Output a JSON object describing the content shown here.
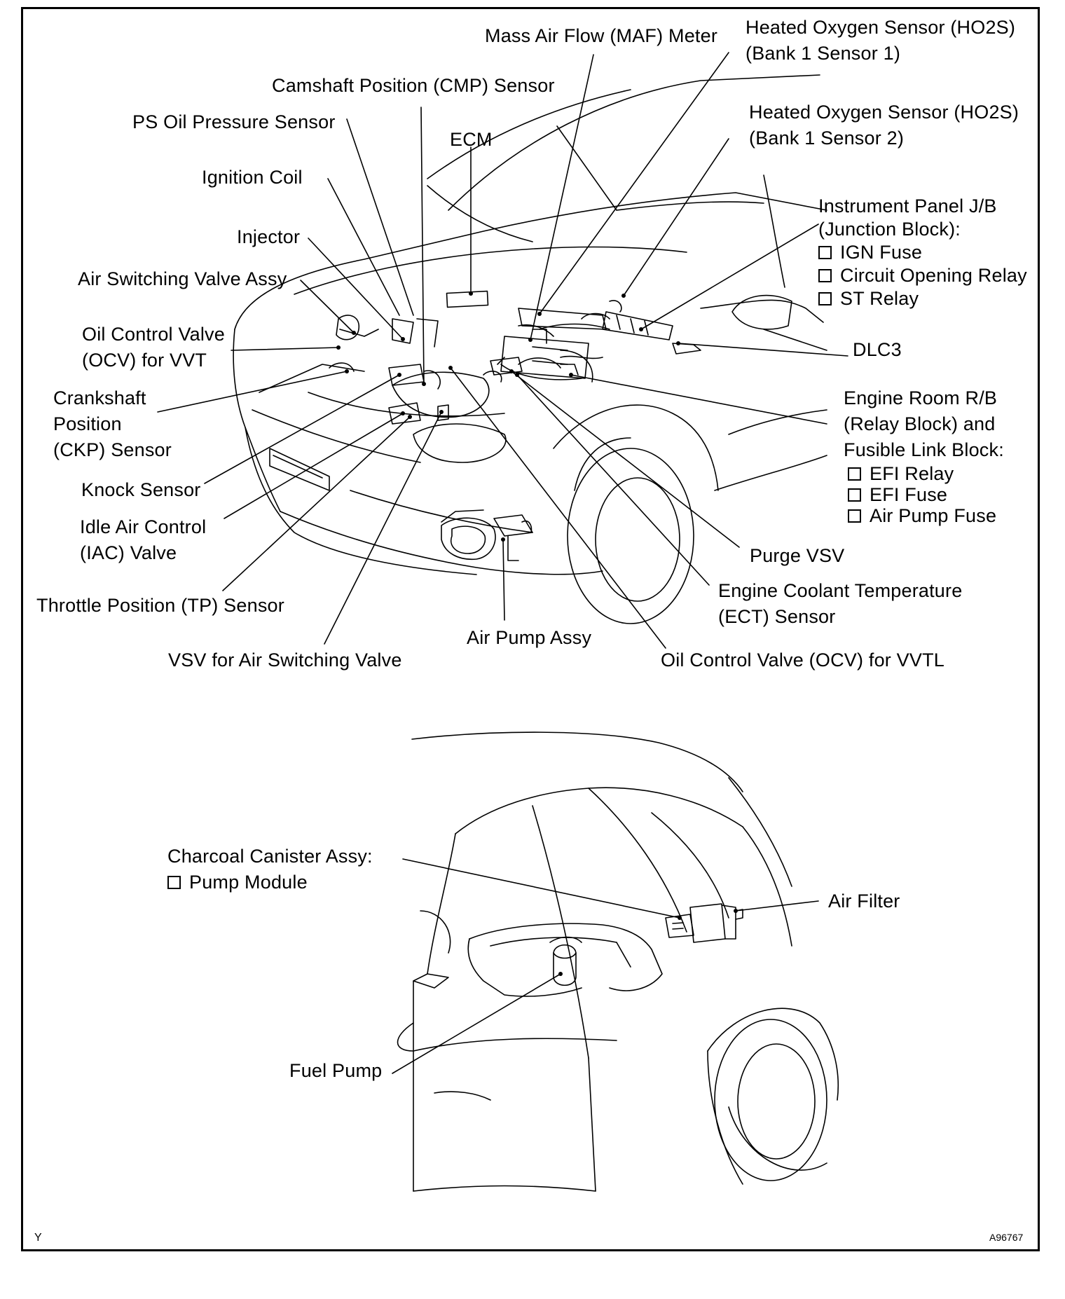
{
  "labels": {
    "maf_meter": "Mass Air Flow (MAF) Meter",
    "ho2s_b1s1": [
      "Heated Oxygen Sensor (HO2S)",
      "(Bank 1 Sensor 1)"
    ],
    "cmp_sensor": "Camshaft Position (CMP) Sensor",
    "ps_oil_pressure": "PS Oil Pressure Sensor",
    "ecm": "ECM",
    "ho2s_b1s2": [
      "Heated Oxygen Sensor (HO2S)",
      "(Bank 1 Sensor 2)"
    ],
    "ignition_coil": "Ignition Coil",
    "instrument_panel_jb": [
      "Instrument Panel J/B",
      "(Junction Block):"
    ],
    "instrument_panel_items": [
      "IGN Fuse",
      "Circuit Opening Relay",
      "ST Relay"
    ],
    "injector": "Injector",
    "air_switching_valve": "Air Switching Valve Assy",
    "ocv_vvt": [
      "Oil Control Valve",
      "(OCV) for VVT"
    ],
    "dlc3": "DLC3",
    "ckp_sensor": [
      "Crankshaft",
      "Position",
      "(CKP) Sensor"
    ],
    "engine_room_rb": [
      "Engine Room R/B",
      "(Relay Block) and",
      "Fusible Link Block:"
    ],
    "engine_room_items": [
      "EFI Relay",
      "EFI Fuse",
      "Air Pump Fuse"
    ],
    "knock_sensor": "Knock Sensor",
    "iac_valve": [
      "Idle Air Control",
      "(IAC) Valve"
    ],
    "purge_vsv": "Purge VSV",
    "tp_sensor": "Throttle Position (TP) Sensor",
    "ect_sensor": [
      "Engine Coolant Temperature",
      "(ECT) Sensor"
    ],
    "air_pump": "Air Pump Assy",
    "vsv_air_switching": "VSV for Air Switching Valve",
    "ocv_vvtl": "Oil Control Valve (OCV) for VVTL",
    "charcoal_canister": "Charcoal Canister Assy:",
    "charcoal_items": [
      "Pump Module"
    ],
    "air_filter": "Air Filter",
    "fuel_pump": "Fuel Pump"
  },
  "footer": {
    "left_code": "Y",
    "right_code": "A96767"
  }
}
